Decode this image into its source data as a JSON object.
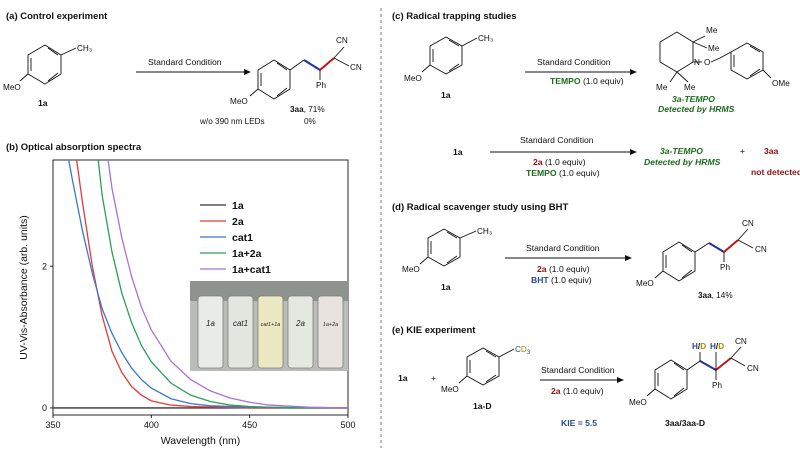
{
  "panels": {
    "a": {
      "header": "(a) Control experiment",
      "substrate": "1a",
      "methyl": "CH₃",
      "meo": "MeO",
      "condition": "Standard Condition",
      "product_cn1": "CN",
      "product_cn2": "CN",
      "product_ph": "Ph",
      "product_label": "3aa",
      "product_yield": ", 71%",
      "control_text": "w/o  390 nm LEDs",
      "control_yield": "0%"
    },
    "b": {
      "header": "(b) Optical absorption spectra"
    },
    "c": {
      "header": "(c) Radical trapping studies",
      "substrate": "1a",
      "methyl": "CH₃",
      "meo": "MeO",
      "condition1": "Standard Condition",
      "reagent1_bold": "TEMPO",
      "reagent1_rest": " (1.0 equiv)",
      "tempo_me1": "Me",
      "tempo_me2": "Me",
      "tempo_me3": "Me",
      "tempo_me4": "Me",
      "tempo_n": "N",
      "tempo_o": "O",
      "tempo_ome": "OMe",
      "product_name": "3a-TEMPO",
      "product_detect": "Detected by HRMS",
      "substrate2": "1a",
      "condition2": "Standard Condition",
      "reagent2a_bold": "2a",
      "reagent2a_rest": " (1.0 equiv)",
      "reagent2b_bold": "TEMPO",
      "reagent2b_rest": " (1.0 equiv)",
      "product2_name": "3a-TEMPO",
      "product2_detect": "Detected by HRMS",
      "plus": "+",
      "product3": "3aa",
      "product3_status": "not detected"
    },
    "d": {
      "header": "(d) Radical scavenger study using BHT",
      "substrate": "1a",
      "methyl": "CH₃",
      "meo": "MeO",
      "condition": "Standard Condition",
      "reagent1_bold": "2a",
      "reagent1_rest": " (1.0 equiv)",
      "reagent2_bold": "BHT",
      "reagent2_rest": " (1.0 equiv)",
      "product_cn1": "CN",
      "product_cn2": "CN",
      "product_ph": "Ph",
      "meo2": "MeO",
      "product_label": "3aa",
      "product_yield": ", 14%"
    },
    "e": {
      "header": "(e) KIE experiment",
      "substrate1": "1a",
      "plus": "+",
      "cd3_c": "C",
      "cd3_d": "D",
      "cd3_sub": "3",
      "meo": "MeO",
      "substrate2": "1a-D",
      "condition": "Standard Condition",
      "reagent_bold": "2a",
      "reagent_rest": " (1.0 equiv)",
      "kie": "KIE = 5.5",
      "hd1_h": "H",
      "hd1_slash": "/",
      "hd1_d": "D",
      "hd2_h": "H",
      "hd2_slash": "/",
      "hd2_d": "D",
      "product_cn1": "CN",
      "product_cn2": "CN",
      "product_ph": "Ph",
      "meo2": "MeO",
      "product_label": "3aa/3aa-D"
    }
  },
  "colors": {
    "blue_text": "#2a4a8f",
    "green_text": "#1e6b1e",
    "red_text": "#8b1010",
    "deuterium": "#b08a00",
    "bond_highlight": "#1f2fa0",
    "bond_red": "#c01414"
  },
  "photo": {
    "vial_labels": [
      "1a",
      "cat1",
      "cat1+1a",
      "2a",
      "1a+2a"
    ]
  },
  "chart_data": {
    "type": "line",
    "xlabel": "Wavelength (nm)",
    "ylabel": "UV-Vis-Absorbance (arb. units)",
    "xlim": [
      350,
      500
    ],
    "ylim": [
      -0.1,
      3.5
    ],
    "x_ticks": [
      350,
      400,
      450,
      500
    ],
    "y_ticks": [
      0,
      2
    ],
    "legend_position": "top-right",
    "series": [
      {
        "name": "1a",
        "color": "#333333",
        "x": [
          350,
          380,
          400,
          450,
          500
        ],
        "y": [
          0.0,
          0.0,
          0.0,
          0.0,
          0.0
        ]
      },
      {
        "name": "2a",
        "color": "#e23b3b",
        "x": [
          362,
          365,
          370,
          375,
          380,
          385,
          390,
          395,
          400,
          410,
          420,
          450,
          500
        ],
        "y": [
          3.5,
          2.9,
          2.0,
          1.3,
          0.8,
          0.5,
          0.3,
          0.18,
          0.1,
          0.04,
          0.02,
          0.0,
          0.0
        ]
      },
      {
        "name": "cat1",
        "color": "#3a78d0",
        "x": [
          358,
          360,
          365,
          370,
          375,
          380,
          385,
          390,
          395,
          400,
          410,
          420,
          430,
          450,
          500
        ],
        "y": [
          3.5,
          3.2,
          2.5,
          1.9,
          1.4,
          1.05,
          0.78,
          0.56,
          0.4,
          0.28,
          0.13,
          0.06,
          0.03,
          0.01,
          0.0
        ]
      },
      {
        "name": "1a+2a",
        "color": "#2f9e55",
        "x": [
          373,
          375,
          380,
          385,
          390,
          395,
          400,
          410,
          420,
          430,
          440,
          450,
          470,
          500
        ],
        "y": [
          3.5,
          3.0,
          2.2,
          1.62,
          1.2,
          0.88,
          0.65,
          0.35,
          0.18,
          0.09,
          0.04,
          0.02,
          0.0,
          0.0
        ]
      },
      {
        "name": "1a+cat1",
        "color": "#a972d6",
        "x": [
          378,
          380,
          385,
          390,
          395,
          400,
          410,
          420,
          430,
          440,
          450,
          460,
          480,
          500
        ],
        "y": [
          3.5,
          3.1,
          2.4,
          1.85,
          1.42,
          1.1,
          0.66,
          0.4,
          0.24,
          0.14,
          0.08,
          0.04,
          0.01,
          0.0
        ]
      }
    ]
  }
}
